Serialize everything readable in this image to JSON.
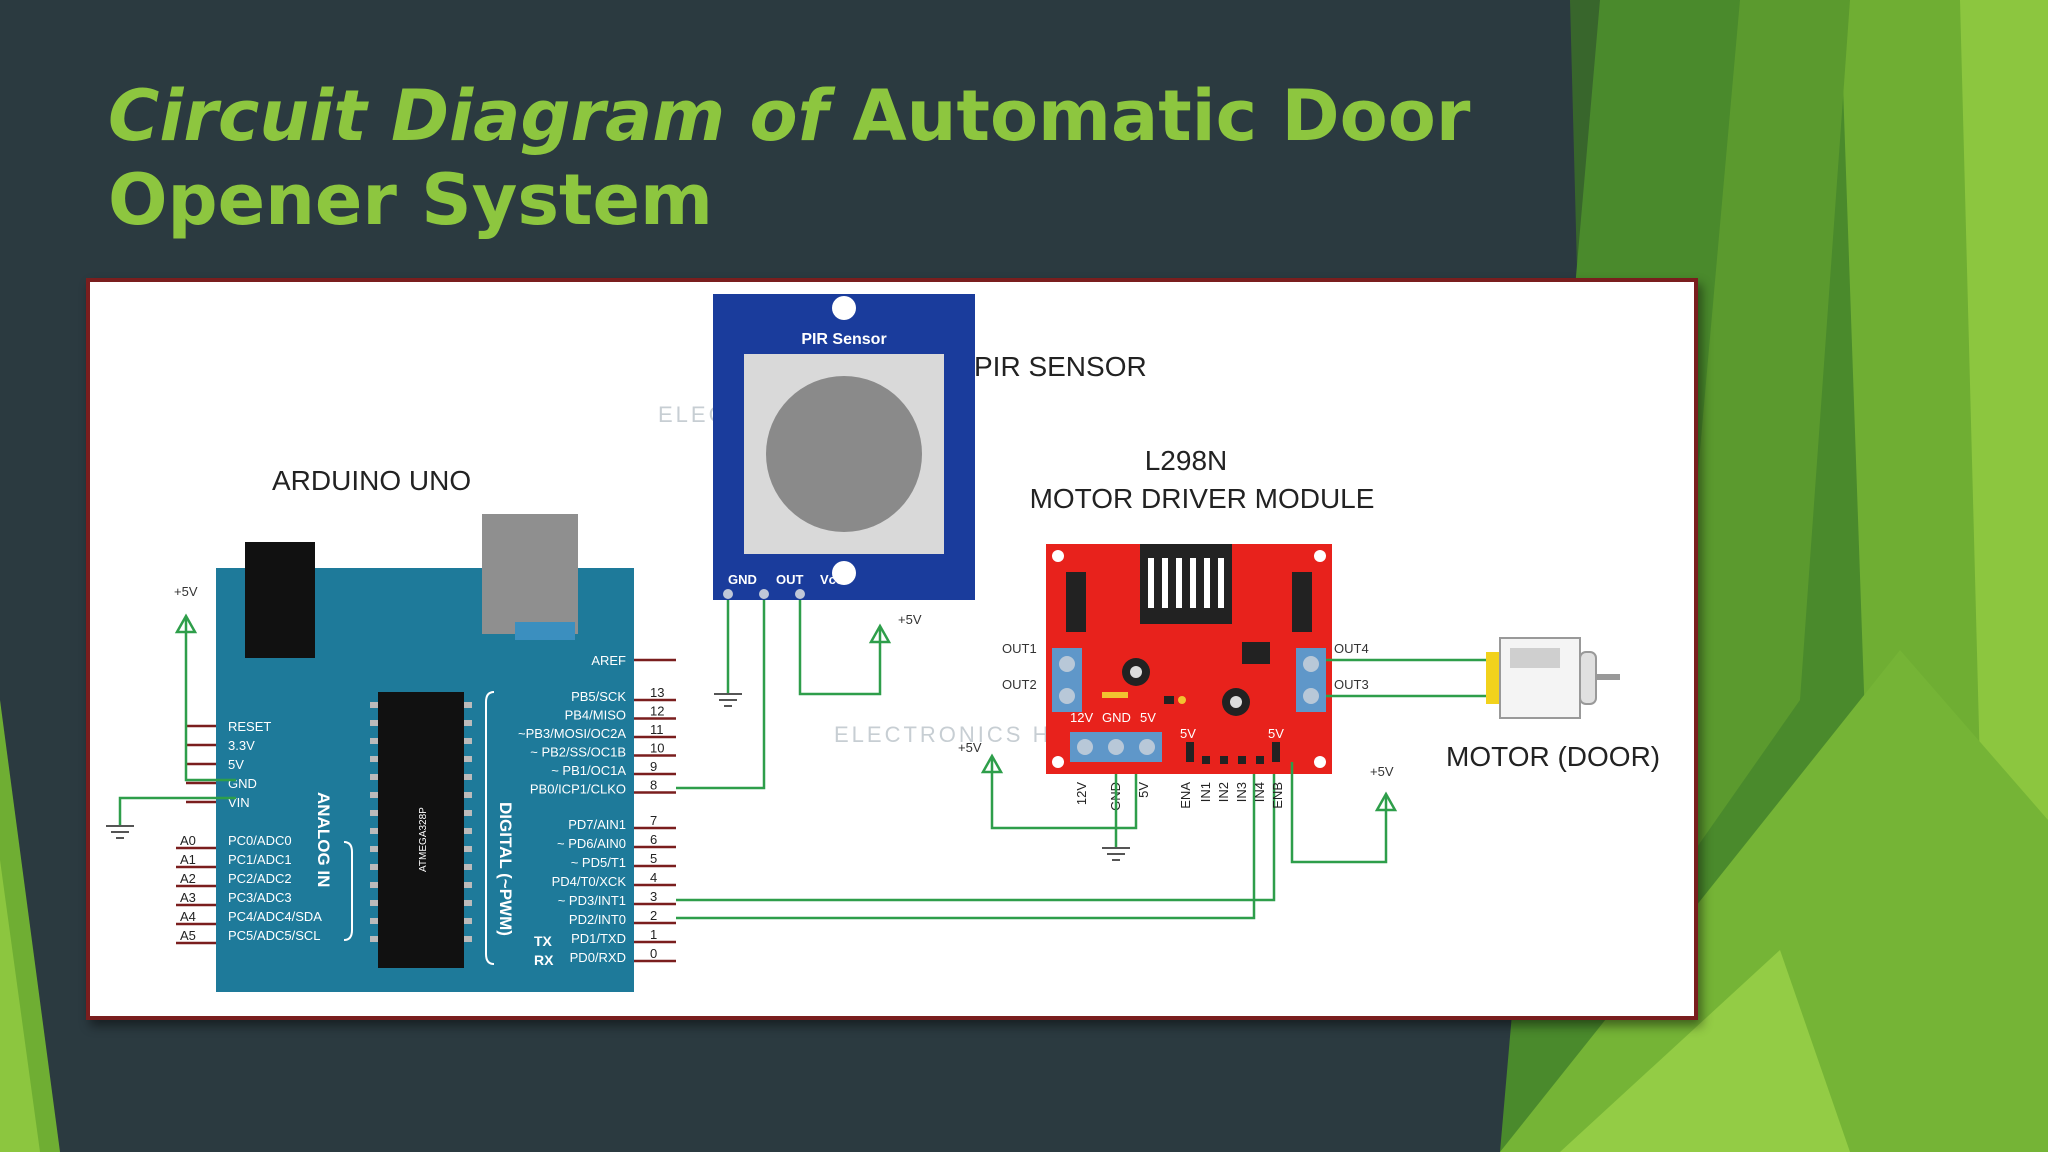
{
  "slide": {
    "title_italic": "Circuit Diagram of",
    "title_rest": " Automatic Door Opener System"
  },
  "colors": {
    "background": "#2b3a40",
    "accent_green": "#8dc63f",
    "wire": "#2e9e4a",
    "arduino_blue": "#1e7a9a",
    "pir_blue": "#1a3c9c",
    "driver_red": "#e8221c"
  },
  "diagram": {
    "watermark": "ELECTRONICS HUB",
    "pir": {
      "label": "PIR SENSOR",
      "board_label": "PIR Sensor",
      "pins": [
        "GND",
        "OUT",
        "Vcc"
      ]
    },
    "arduino": {
      "label": "ARDUINO UNO",
      "chip": "ATMEGA328P",
      "analog_label": "ANALOG IN",
      "digital_label": "DIGITAL (~PWM)",
      "tx": "TX",
      "rx": "RX",
      "power_pins": [
        "RESET",
        "3.3V",
        "5V",
        "GND",
        "VIN"
      ],
      "analog_header": [
        "A0",
        "A1",
        "A2",
        "A3",
        "A4",
        "A5"
      ],
      "analog_pins": [
        "PC0/ADC0",
        "PC1/ADC1",
        "PC2/ADC2",
        "PC3/ADC3",
        "PC4/ADC4/SDA",
        "PC5/ADC5/SCL"
      ],
      "aref": "AREF",
      "digital_pins_high": [
        "PB5/SCK",
        "PB4/MISO",
        "~PB3/MOSI/OC2A",
        "~ PB2/SS/OC1B",
        "~ PB1/OC1A",
        "PB0/ICP1/CLKO"
      ],
      "digital_numbers_high": [
        "13",
        "12",
        "11",
        "10",
        "9",
        "8"
      ],
      "digital_pins_low": [
        "PD7/AIN1",
        "~ PD6/AIN0",
        "~ PD5/T1",
        "PD4/T0/XCK",
        "~ PD3/INT1",
        "PD2/INT0",
        "PD1/TXD",
        "PD0/RXD"
      ],
      "digital_numbers_low": [
        "7",
        "6",
        "5",
        "4",
        "3",
        "2",
        "1",
        "0"
      ]
    },
    "driver": {
      "label_line1": "L298N",
      "label_line2": "MOTOR DRIVER MODULE",
      "out_left": [
        "OUT1",
        "OUT2"
      ],
      "out_right": [
        "OUT4",
        "OUT3"
      ],
      "power_terminals": [
        "12V",
        "GND",
        "5V"
      ],
      "jumper_left": "5V",
      "jumper_right": "5V",
      "bottom_pins": [
        "12V",
        "GND",
        "5V",
        "ENA",
        "IN1",
        "IN2",
        "IN3",
        "IN4",
        "ENB"
      ]
    },
    "motor": {
      "label": "MOTOR (DOOR)"
    },
    "supply_labels": [
      "+5V",
      "+5V",
      "+5V",
      "+5V"
    ]
  }
}
